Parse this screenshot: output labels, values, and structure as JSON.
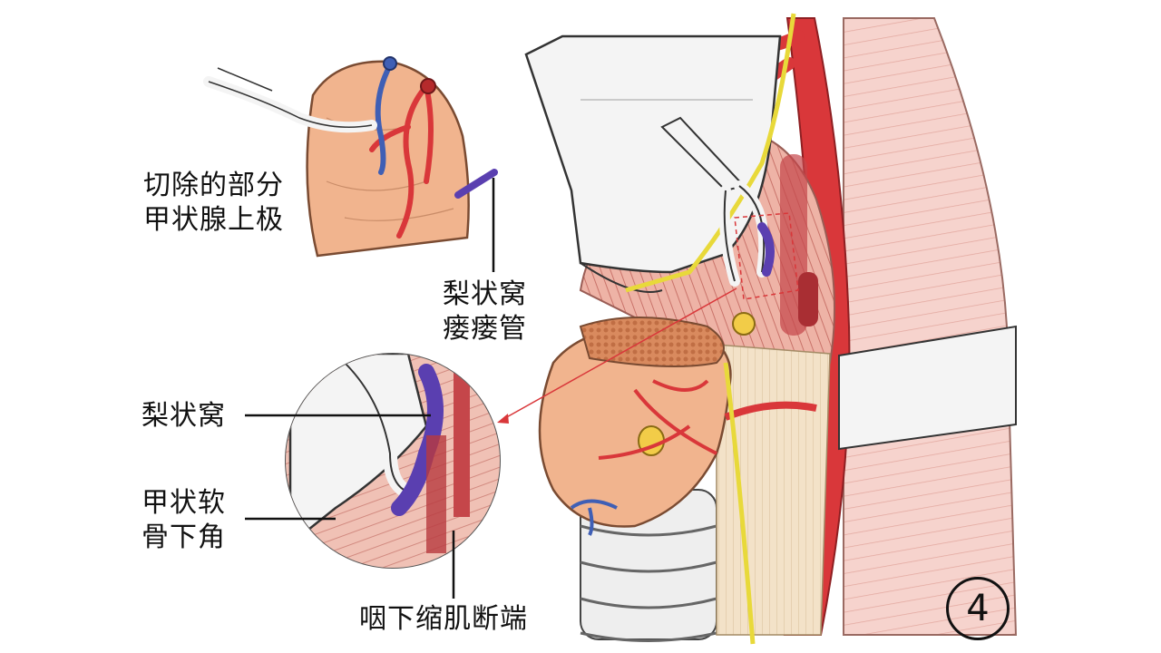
{
  "labels": {
    "resected_upper_pole": [
      "切除的部分",
      "甲状腺上极"
    ],
    "piriform_fistula": [
      "梨状窝",
      "瘘瘘管"
    ],
    "piriform_fossa": "梨状窝",
    "thyroid_inferior_horn": [
      "甲状软",
      "骨下角"
    ],
    "constrictor_cut_end": "咽下缩肌断端"
  },
  "panel_number": "4",
  "colors": {
    "artery": "#d9373a",
    "vein": "#5a3fb0",
    "nerve": "#e8d93a",
    "muscle": "#e9a79a",
    "thyroid": "#f1b48e",
    "cartilage": "#f4f4f4",
    "callout_line": "#d9373a"
  }
}
